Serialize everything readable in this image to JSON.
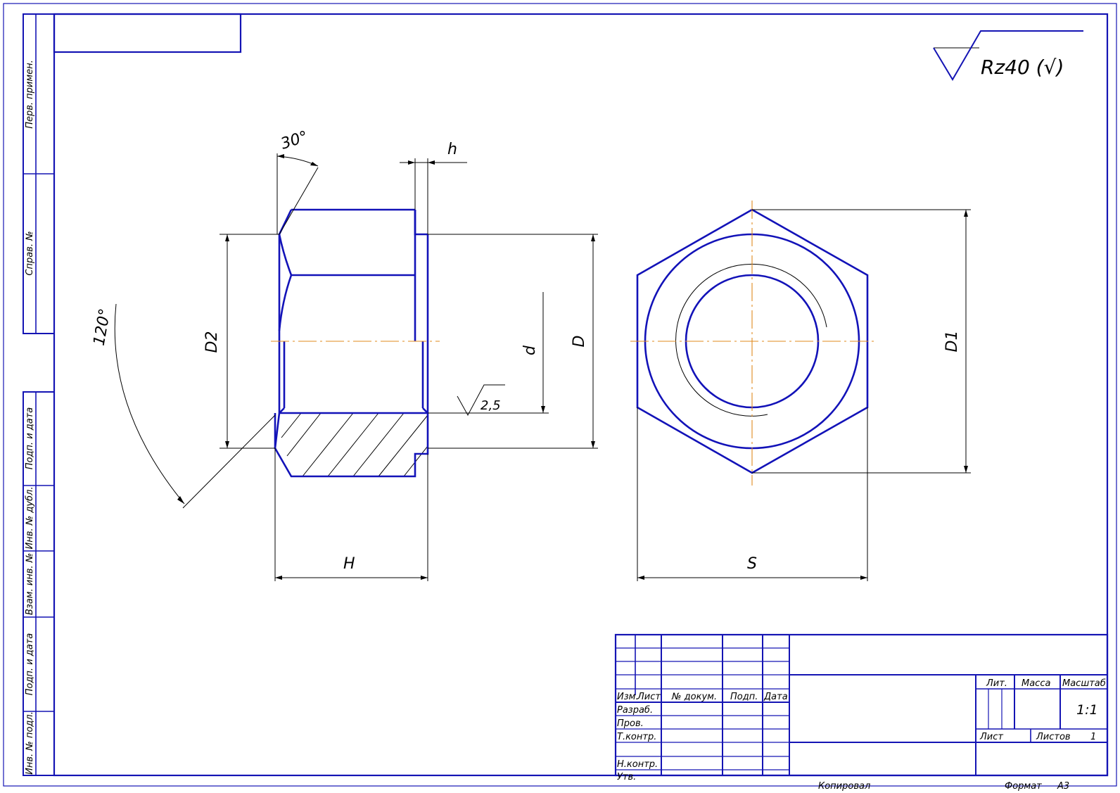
{
  "roughness": {
    "general": "Rz40 (√)",
    "bore": "2,5"
  },
  "dimensions": {
    "angle_chamfer": "30°",
    "flange": "h",
    "bore_chamfer_dia": "D2",
    "thread": "d",
    "collar_dia": "D",
    "angle_cone": "120°",
    "height": "H",
    "across_flats": "S",
    "across_corners": "D1"
  },
  "side_stamps": [
    "Перв. примен.",
    "Справ. №",
    "Подп. и дата",
    "Инв. № дубл.",
    "Взам. инв. №",
    "Подп. и дата",
    "Инв. № подл."
  ],
  "title_block": {
    "col_headers": [
      "Изм.",
      "Лист",
      "№ докум.",
      "Подп.",
      "Дата"
    ],
    "rows": [
      "Разраб.",
      "Пров.",
      "Т.контр.",
      "Н.контр.",
      "Утв."
    ],
    "lit": "Лит.",
    "mass": "Масса",
    "scale_label": "Масштаб",
    "scale": "1:1",
    "sheet": "Лист",
    "sheets": "Листов",
    "sheets_count": "1"
  },
  "footer": {
    "copied": "Копировал",
    "format_label": "Формат",
    "format": "A3"
  }
}
